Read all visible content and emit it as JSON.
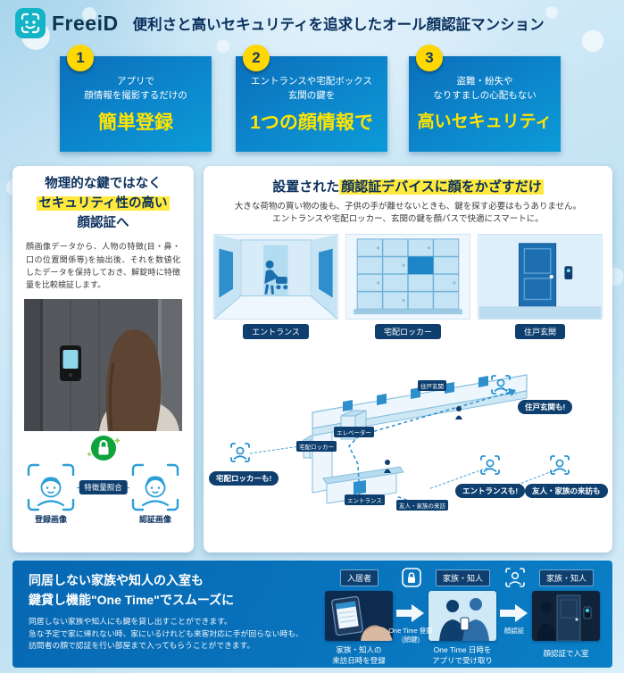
{
  "header": {
    "logo_text": "FreeiD",
    "title": "便利さと高いセキュリティを追求したオール顔認証マンション"
  },
  "features": [
    {
      "number": "1",
      "line1": "アプリで",
      "line2": "顔情報を撮影するだけの",
      "highlight": "簡単登録"
    },
    {
      "number": "2",
      "line1": "エントランスや宅配ボックス",
      "line2": "玄関の鍵を",
      "highlight": "1つの顔情報で"
    },
    {
      "number": "3",
      "line1": "盗難・紛失や",
      "line2": "なりすましの心配もない",
      "highlight": "高いセキュリティ"
    }
  ],
  "left_card": {
    "heading_line1": "物理的な鍵ではなく",
    "heading_line2": "セキュリティ性の高い",
    "heading_line3": "顔認証へ",
    "body": "顔画像データから、人物の特徴(目・鼻・口の位置関係等)を抽出後、それを数値化したデータを保持しておき、解錠時に特徴量を比較検証します。",
    "match_badge": "特徴量照合",
    "registered_caption": "登録画像",
    "auth_caption": "認証画像"
  },
  "right_card": {
    "heading_plain": "設置された",
    "heading_highlight": "顔認証デバイスに顔をかざすだけ",
    "body_line1": "大きな荷物の買い物の後も、子供の手が離せないときも、鍵を探す必要はもうありません。",
    "body_line2": "エントランスや宅配ロッカー、玄関の鍵を顔パスで快適にスマートに。",
    "scenes": [
      {
        "caption": "エントランス"
      },
      {
        "caption": "宅配ロッカー"
      },
      {
        "caption": "住戸玄関"
      }
    ],
    "plan_labels": {
      "unit_door": "住戸玄関",
      "elevator": "エレベーター",
      "locker": "宅配ロッカー",
      "entrance": "エントランス",
      "visitors": "友人・家族の来訪"
    },
    "callouts": {
      "locker": "宅配ロッカーも!",
      "unit_door": "住戸玄関も!",
      "entrance": "エントランスも!",
      "visitors": "友人・家族の来訪も"
    }
  },
  "one_time": {
    "heading_line1": "同居しない家族や知人の入室も",
    "heading_line2": "鍵貸し機能\"One Time\"でスムーズに",
    "body_line1": "同居しない家族や知人にも鍵を貸し出すことができます。",
    "body_line2": "急な予定で家に帰れない時、家にいるけれども来客対応に手が回らない時も、",
    "body_line3": "訪問者の顔で認証を行い部屋まで入ってもらうことができます。",
    "roles": [
      "入居者",
      "家族・知人",
      "家族・知人"
    ],
    "arrow1_label": "One Time 登録",
    "arrow1_sublabel": "(顔鍵)",
    "arrow2_label": "顔認証",
    "step1_caption_line1": "家族・知人の",
    "step1_caption_line2": "来訪日時を登録",
    "step2_caption_line1": "One Time 日時を",
    "step2_caption_line2": "アプリで受け取り",
    "step3_caption": "顔認証で入室"
  },
  "colors": {
    "brand_teal": "#14b4c8",
    "primary_blue": "#0c85cb",
    "accent_yellow": "#ffe400",
    "marker_yellow": "#ffe93c",
    "navy": "#0e3f6e",
    "bottom_blue": "#0767b2",
    "lock_green": "#0fa33c"
  }
}
